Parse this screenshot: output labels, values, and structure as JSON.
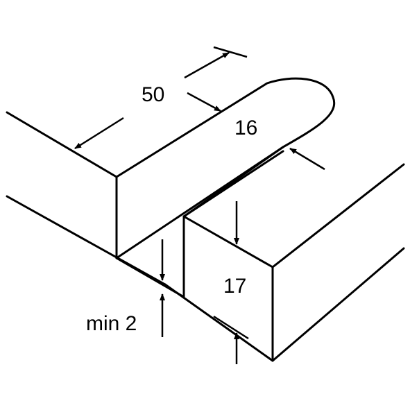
{
  "dimensions": {
    "length": "50",
    "slot_width": "16",
    "depth": "17",
    "min_gap": "min 2"
  },
  "colors": {
    "stroke": "#000000",
    "background": "#ffffff"
  }
}
